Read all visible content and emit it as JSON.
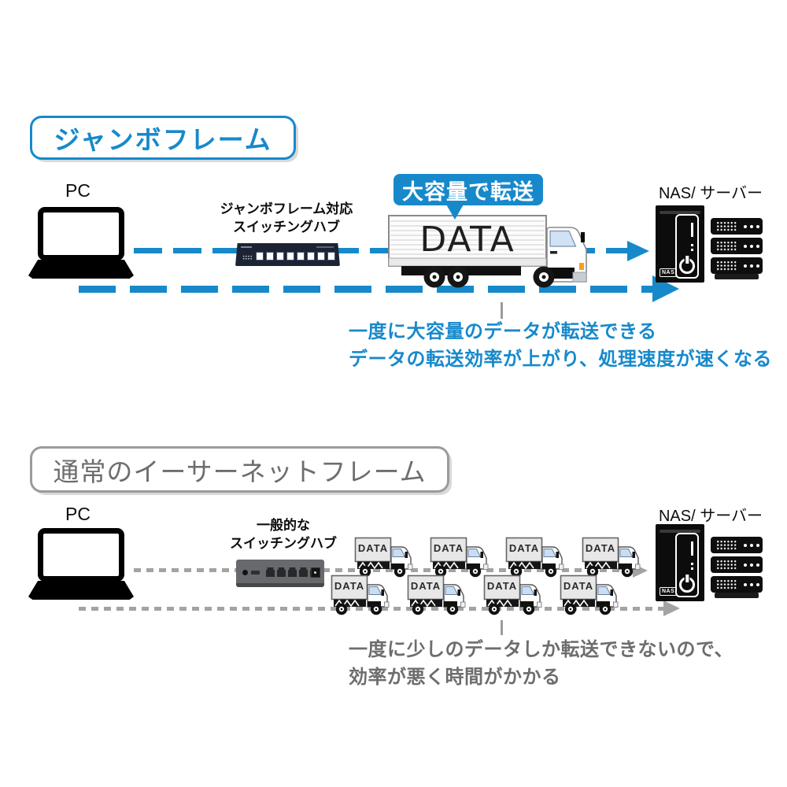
{
  "colors": {
    "accent_blue": "#1789cb",
    "gray_text": "#6d6d6d",
    "gray_line": "#a3a3a3",
    "black": "#0d0d0d"
  },
  "icons": {
    "pc": "laptop-icon",
    "switching_hub": "network-switch-icon",
    "data_truck": "truck-icon",
    "nas": "nas-tower-icon",
    "server": "server-rack-icon",
    "power": "power-icon"
  },
  "section_jumbo": {
    "title": "ジャンボフレーム",
    "pc_label": "PC",
    "hub_label_line1": "ジャンボフレーム対応",
    "hub_label_line2": "スイッチングハブ",
    "badge_label": "大容量で転送",
    "truck_label": "DATA",
    "nas_label": "NAS/ サーバー",
    "nas_chip": "NAS",
    "caption_line1": "一度に大容量のデータが転送できる",
    "caption_line2": "データの転送効率が上がり、処理速度が速くなる"
  },
  "section_normal": {
    "title": "通常のイーサーネットフレーム",
    "pc_label": "PC",
    "hub_label_line1": "一般的な",
    "hub_label_line2": "スイッチングハブ",
    "truck_label": "DATA",
    "nas_label": "NAS/ サーバー",
    "nas_chip": "NAS",
    "caption_line1": "一度に少しのデータしか転送できないので、",
    "caption_line2": "効率が悪く時間がかかる"
  }
}
